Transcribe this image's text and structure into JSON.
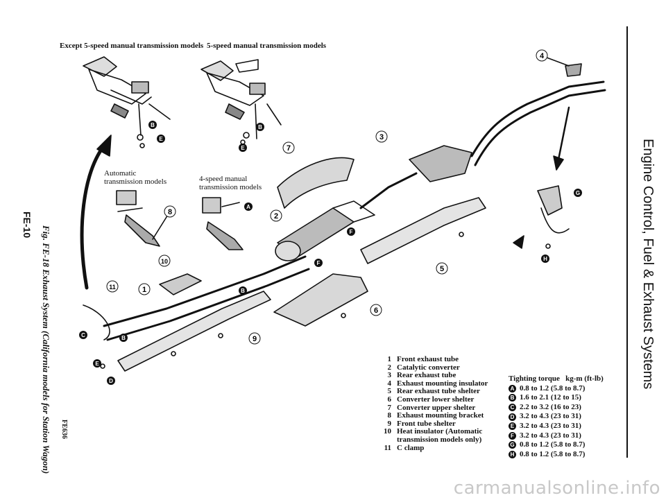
{
  "captions": {
    "except_5speed": "Except 5-speed manual transmission models",
    "five_speed": "5-speed manual transmission models",
    "automatic": "Automatic\ntransmission models",
    "four_speed": "4-speed manual\ntransmission models"
  },
  "callouts": [
    "1",
    "2",
    "3",
    "4",
    "5",
    "6",
    "7",
    "8",
    "9",
    "10",
    "11"
  ],
  "letters": [
    "A",
    "B",
    "C",
    "D",
    "E",
    "F",
    "G",
    "H"
  ],
  "parts": [
    {
      "num": "1",
      "label": "Front exhaust tube"
    },
    {
      "num": "2",
      "label": "Catalytic converter"
    },
    {
      "num": "3",
      "label": "Rear exhaust tube"
    },
    {
      "num": "4",
      "label": "Exhaust mounting insulator"
    },
    {
      "num": "5",
      "label": "Rear exhaust tube shelter"
    },
    {
      "num": "6",
      "label": "Converter lower shelter"
    },
    {
      "num": "7",
      "label": "Converter upper shelter"
    },
    {
      "num": "8",
      "label": "Exhaust mounting bracket"
    },
    {
      "num": "9",
      "label": "Front tube shelter"
    },
    {
      "num": "10",
      "label": "Heat insulator (Automatic transmission models only)"
    },
    {
      "num": "11",
      "label": "C clamp"
    }
  ],
  "torque": {
    "title": "Tighting torque   kg-m (ft-lb)",
    "rows": [
      {
        "key": "A",
        "value": "0.8 to 1.2 (5.8 to 8.7)"
      },
      {
        "key": "B",
        "value": "1.6 to 2.1 (12 to 15)"
      },
      {
        "key": "C",
        "value": "2.2 to 3.2 (16 to 23)"
      },
      {
        "key": "D",
        "value": "3.2 to 4.3 (23 to 31)"
      },
      {
        "key": "E",
        "value": "3.2 to 4.3 (23 to 31)"
      },
      {
        "key": "F",
        "value": "3.2 to 4.3 (23 to 31)"
      },
      {
        "key": "G",
        "value": "0.8 to 1.2 (5.8 to 8.7)"
      },
      {
        "key": "H",
        "value": "0.8 to 1.2 (5.8 to 8.7)"
      }
    ]
  },
  "side_title": "Engine Control, Fuel & Exhaust Systems",
  "figure_caption": "Fig. FE-18  Exhaust System (California models for Station Wagon)",
  "page_code": "FE-10",
  "drawing_code": "FE636",
  "watermark": "carmanualsonline.info"
}
